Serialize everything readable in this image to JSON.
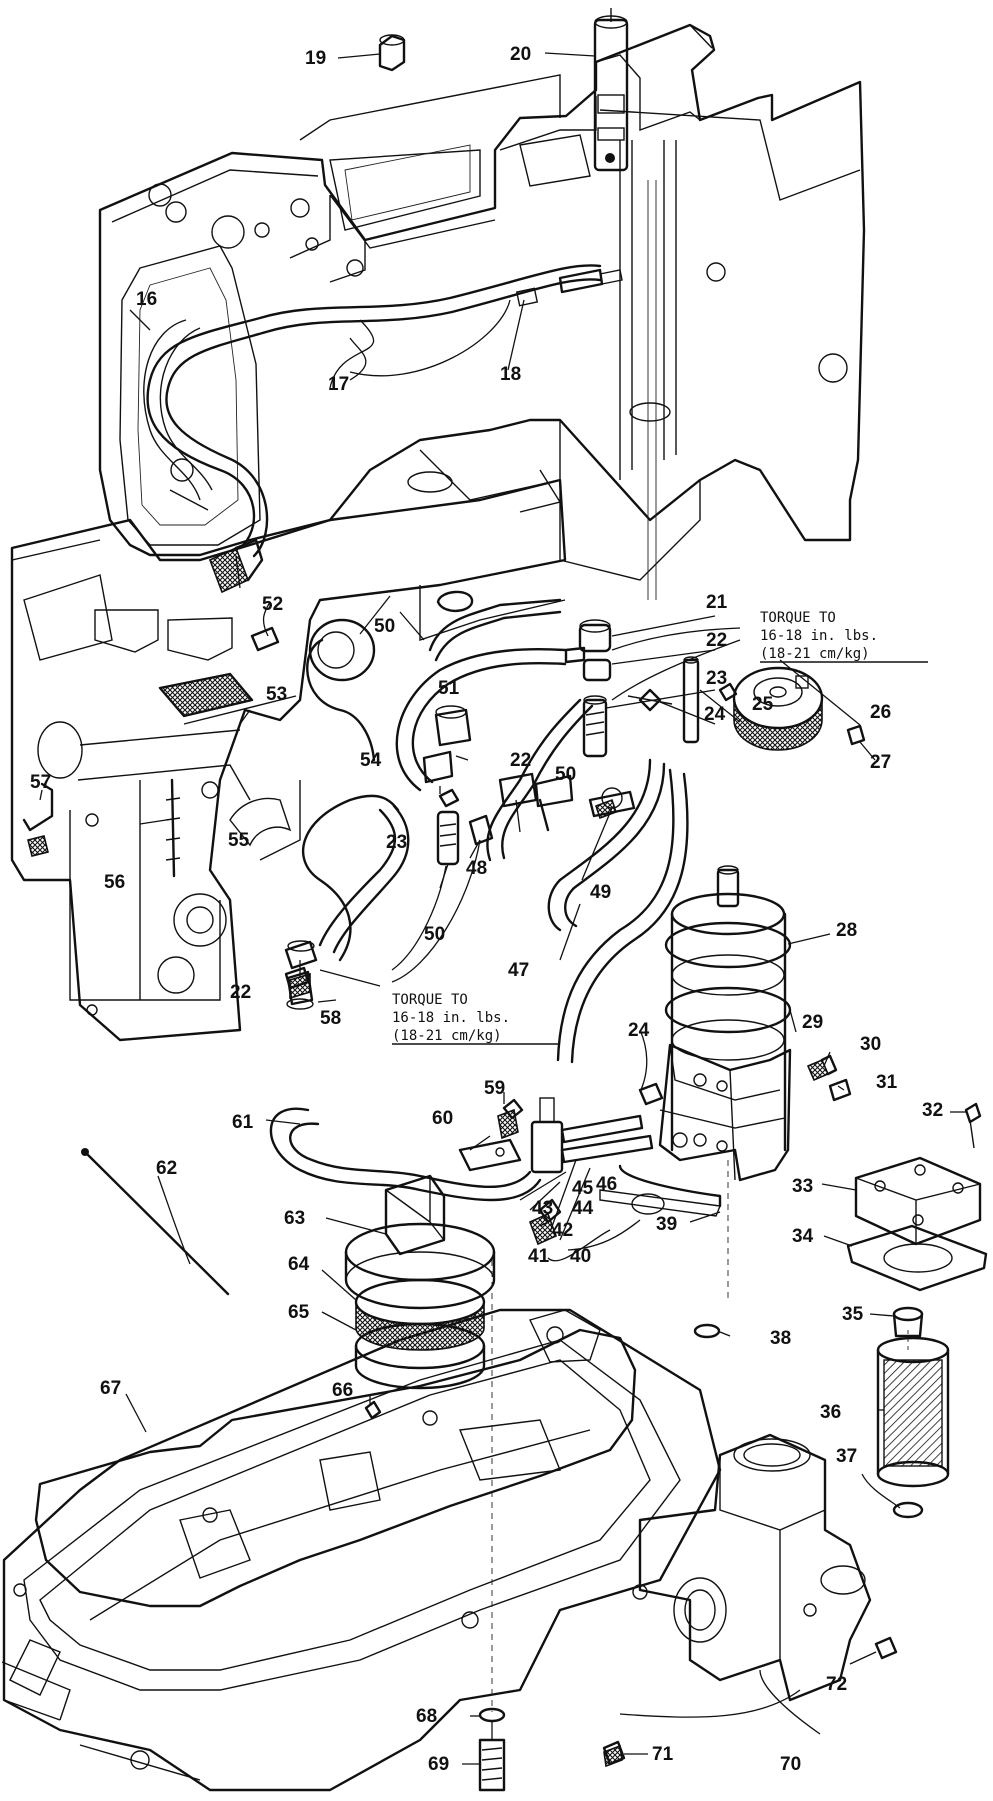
{
  "callouts": [
    {
      "id": "c19",
      "label": "19"
    },
    {
      "id": "c20",
      "label": "20"
    },
    {
      "id": "c16",
      "label": "16"
    },
    {
      "id": "c17",
      "label": "17"
    },
    {
      "id": "c18",
      "label": "18"
    },
    {
      "id": "c52",
      "label": "52"
    },
    {
      "id": "c21",
      "label": "21"
    },
    {
      "id": "c22a",
      "label": "22"
    },
    {
      "id": "c23a",
      "label": "23"
    },
    {
      "id": "c24a",
      "label": "24"
    },
    {
      "id": "c25",
      "label": "25"
    },
    {
      "id": "c26",
      "label": "26"
    },
    {
      "id": "c27",
      "label": "27"
    },
    {
      "id": "c50a",
      "label": "50"
    },
    {
      "id": "c51",
      "label": "51"
    },
    {
      "id": "c53",
      "label": "53"
    },
    {
      "id": "c54",
      "label": "54"
    },
    {
      "id": "c50b",
      "label": "50"
    },
    {
      "id": "c22b",
      "label": "22"
    },
    {
      "id": "c49",
      "label": "49"
    },
    {
      "id": "c57",
      "label": "57"
    },
    {
      "id": "c55",
      "label": "55"
    },
    {
      "id": "c23b",
      "label": "23"
    },
    {
      "id": "c48",
      "label": "48"
    },
    {
      "id": "c56",
      "label": "56"
    },
    {
      "id": "c50c",
      "label": "50"
    },
    {
      "id": "c47",
      "label": "47"
    },
    {
      "id": "c28",
      "label": "28"
    },
    {
      "id": "c22c",
      "label": "22"
    },
    {
      "id": "c58",
      "label": "58"
    },
    {
      "id": "c24b",
      "label": "24"
    },
    {
      "id": "c29",
      "label": "29"
    },
    {
      "id": "c30",
      "label": "30"
    },
    {
      "id": "c31",
      "label": "31"
    },
    {
      "id": "c59",
      "label": "59"
    },
    {
      "id": "c60",
      "label": "60"
    },
    {
      "id": "c61",
      "label": "61"
    },
    {
      "id": "c45",
      "label": "45"
    },
    {
      "id": "c46",
      "label": "46"
    },
    {
      "id": "c44",
      "label": "44"
    },
    {
      "id": "c43",
      "label": "43"
    },
    {
      "id": "c42",
      "label": "42"
    },
    {
      "id": "c41",
      "label": "41"
    },
    {
      "id": "c40",
      "label": "40"
    },
    {
      "id": "c39",
      "label": "39"
    },
    {
      "id": "c32",
      "label": "32"
    },
    {
      "id": "c33",
      "label": "33"
    },
    {
      "id": "c34",
      "label": "34"
    },
    {
      "id": "c62",
      "label": "62"
    },
    {
      "id": "c63",
      "label": "63"
    },
    {
      "id": "c64",
      "label": "64"
    },
    {
      "id": "c65",
      "label": "65"
    },
    {
      "id": "c66",
      "label": "66"
    },
    {
      "id": "c35",
      "label": "35"
    },
    {
      "id": "c38",
      "label": "38"
    },
    {
      "id": "c67",
      "label": "67"
    },
    {
      "id": "c36",
      "label": "36"
    },
    {
      "id": "c37",
      "label": "37"
    },
    {
      "id": "c72",
      "label": "72"
    },
    {
      "id": "c68",
      "label": "68"
    },
    {
      "id": "c69",
      "label": "69"
    },
    {
      "id": "c71",
      "label": "71"
    },
    {
      "id": "c70",
      "label": "70"
    }
  ],
  "torque_notes": [
    {
      "line1": "TORQUE TO",
      "line2": "16-18 in. lbs.",
      "line3": "(18-21 cm/kg)"
    },
    {
      "line1": "TORQUE TO",
      "line2": "16-18 in. lbs.",
      "line3": "(18-21 cm/kg)"
    }
  ]
}
